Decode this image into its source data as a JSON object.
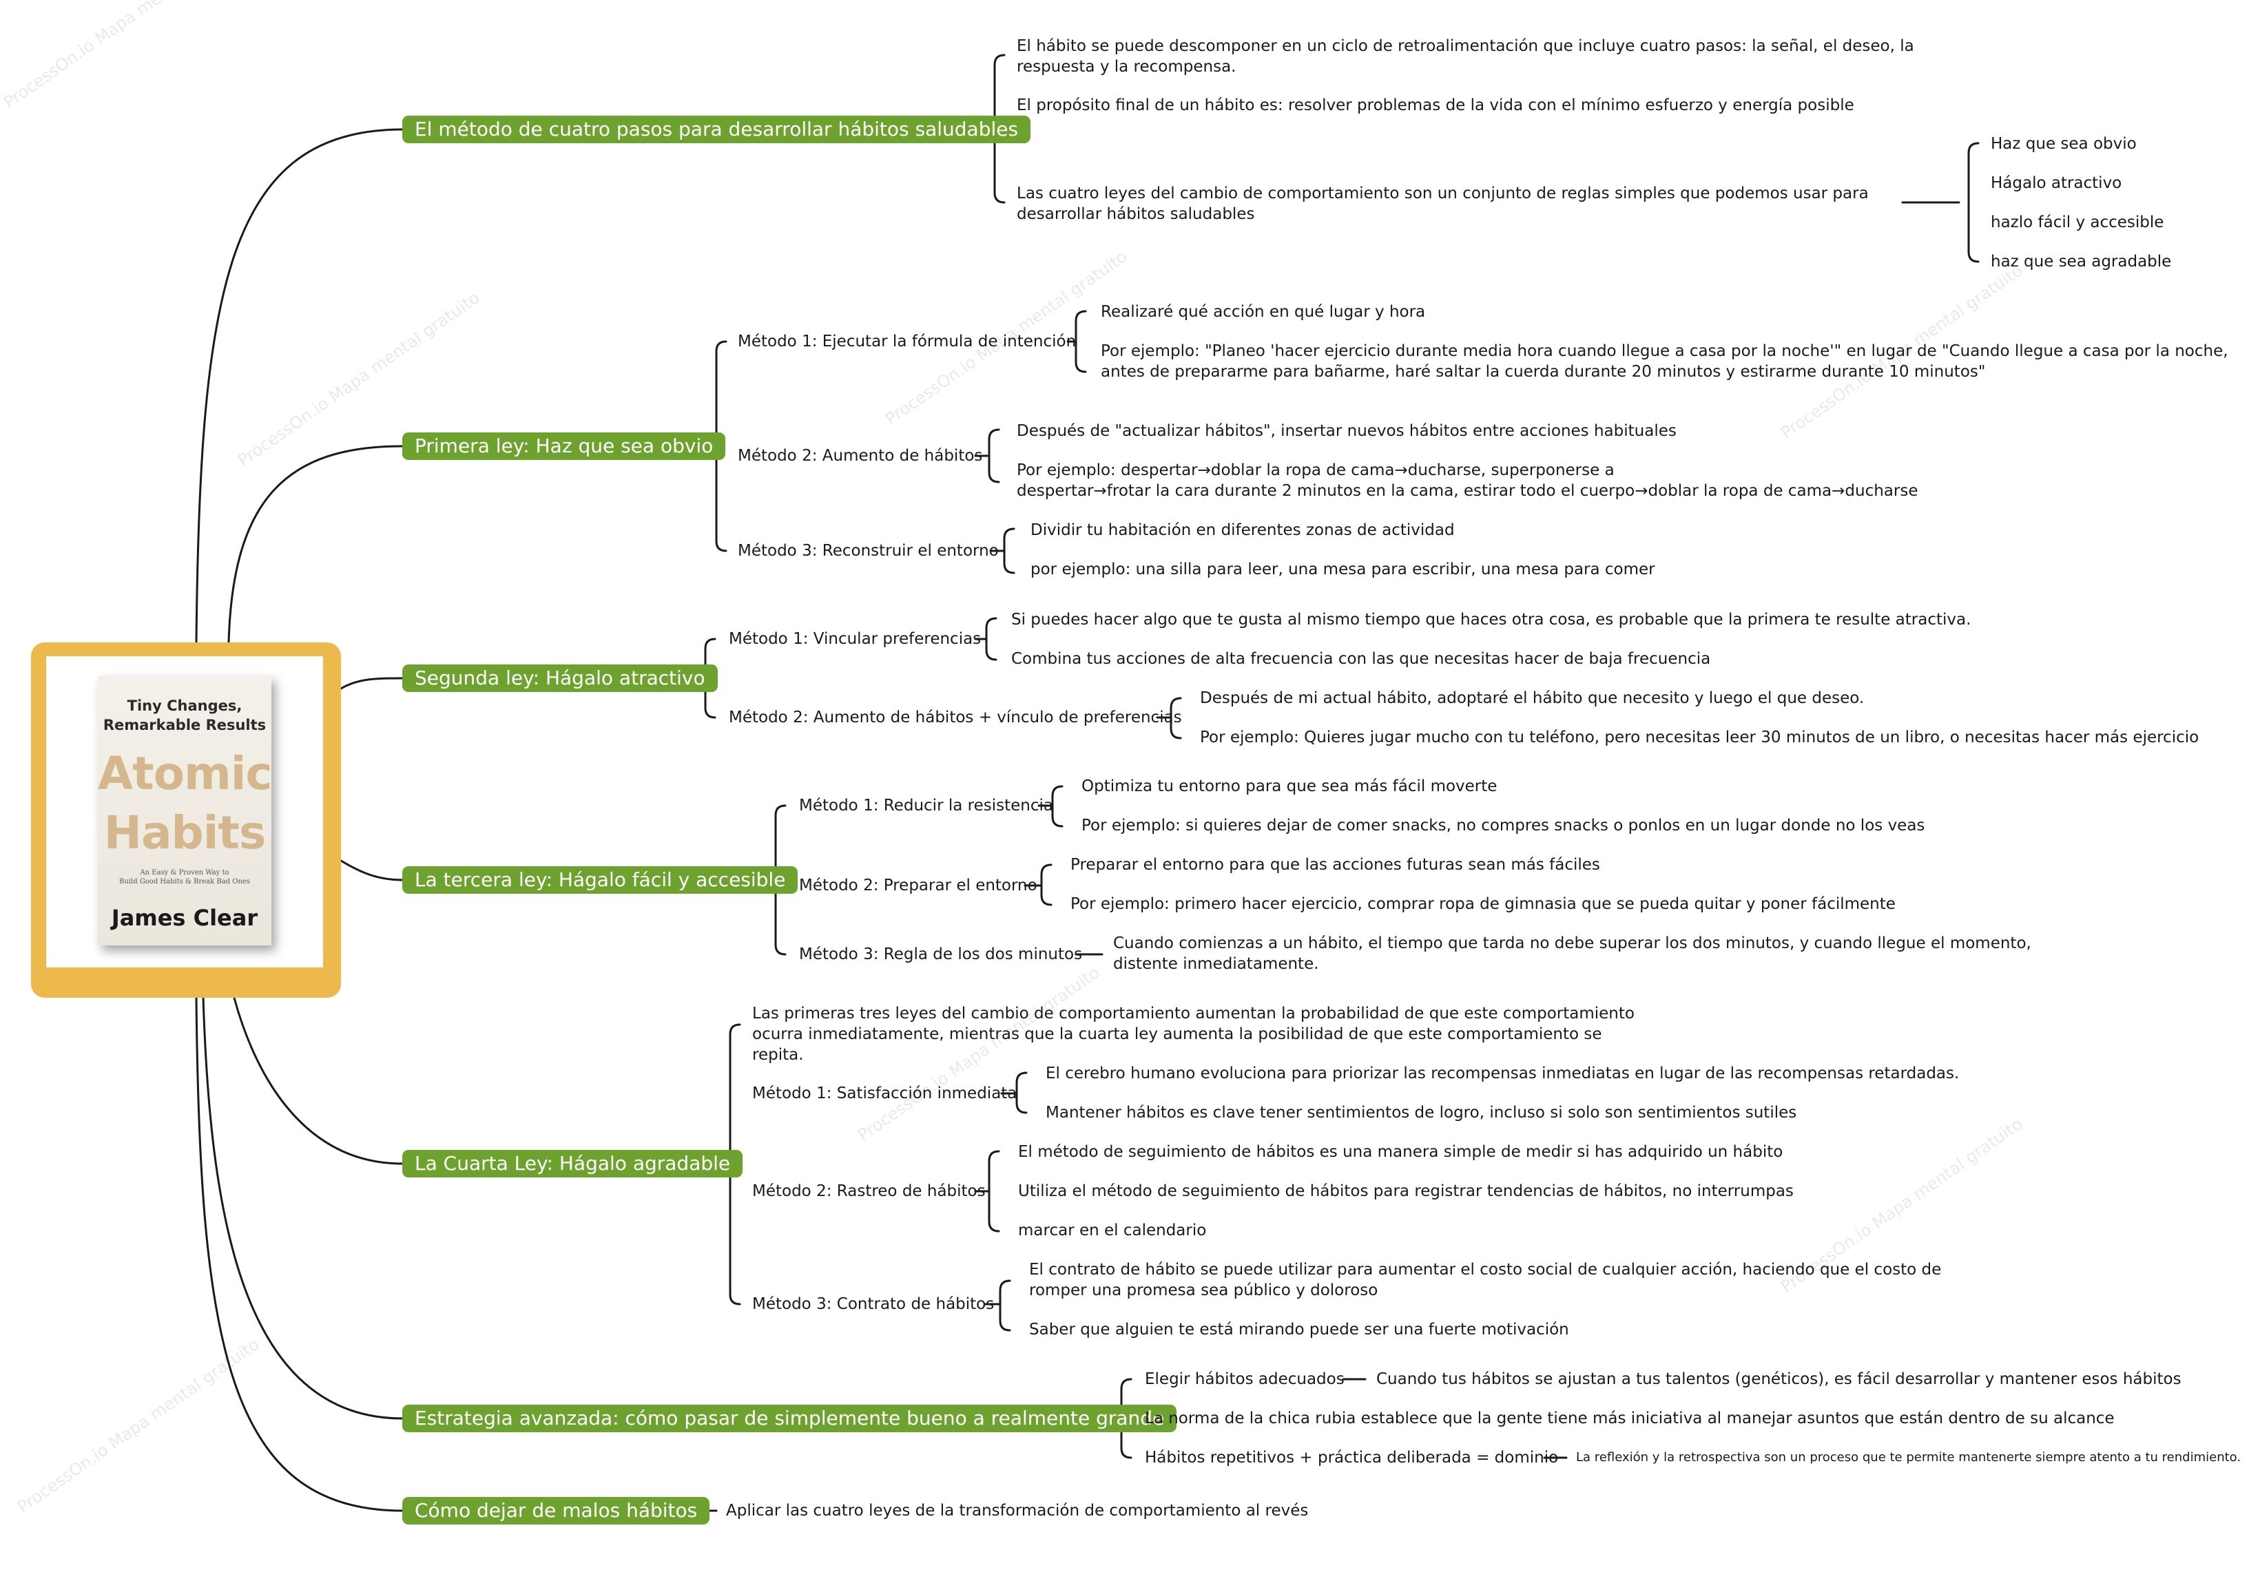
{
  "root": {
    "cover_subtitle_1": "Tiny Changes,",
    "cover_subtitle_2": "Remarkable Results",
    "cover_title_1": "Atomic",
    "cover_title_2": "Habits",
    "cover_tagline_1": "An Easy & Proven Way to",
    "cover_tagline_2": "Build Good Habits & Break Bad Ones",
    "cover_author": "James Clear",
    "border_color": "#edb94c"
  },
  "branch_color": "#6ea22f",
  "watermark": "ProcessOn.io Mapa mental gratuito",
  "branches": {
    "b1": {
      "label": "El método de cuatro pasos para desarrollar hábitos saludables",
      "n1": "El hábito se puede descomponer en un ciclo de retroalimentación que incluye cuatro pasos: la señal, el deseo, la respuesta y la recompensa.",
      "n2": "El propósito final de un hábito es: resolver problemas de la vida con el mínimo esfuerzo y energía posible",
      "n3": "Las cuatro leyes del cambio de comportamiento son un conjunto de reglas simples que podemos usar para desarrollar hábitos saludables",
      "laws": [
        "Haz que sea obvio",
        "Hágalo atractivo",
        "hazlo fácil y accesible",
        "haz que sea agradable"
      ]
    },
    "b2": {
      "label": "Primera ley: Haz que sea obvio",
      "m1": "Método 1: Ejecutar la fórmula de intención",
      "m1a": "Realizaré qué acción en qué lugar y hora",
      "m1b_1": "Por ejemplo: \"Planeo 'hacer ejercicio durante media hora cuando llegue a casa por la noche'\" en lugar de \"Cuando llegue a casa por la noche,",
      "m1b_2": "antes de prepararme para bañarme, haré saltar la cuerda durante 20 minutos y estirarme durante 10 minutos\"",
      "m2": "Método 2: Aumento de hábitos",
      "m2a": "Después de \"actualizar hábitos\", insertar nuevos hábitos entre acciones habituales",
      "m2b_1": "Por ejemplo: despertar→doblar la ropa de cama→ducharse, superponerse a",
      "m2b_2": "despertar→frotar la cara durante 2 minutos en la cama, estirar todo el cuerpo→doblar la ropa de cama→ducharse",
      "m3": "Método 3: Reconstruir el entorno",
      "m3a": "Dividir tu habitación en diferentes zonas de actividad",
      "m3b": "por ejemplo: una silla para leer, una mesa para escribir, una mesa para comer"
    },
    "b3": {
      "label": "Segunda ley: Hágalo atractivo",
      "m1": "Método 1: Vincular preferencias",
      "m1a": "Si puedes hacer algo que te gusta al mismo tiempo que haces otra cosa, es probable que la primera te resulte atractiva.",
      "m1b": "Combina tus acciones de alta frecuencia con las que necesitas hacer de baja frecuencia",
      "m2": "Método 2: Aumento de hábitos + vínculo de preferencias",
      "m2a": "Después de mi actual hábito, adoptaré el hábito que necesito y luego el que deseo.",
      "m2b": "Por ejemplo: Quieres jugar mucho con tu teléfono, pero necesitas leer 30 minutos de un libro, o necesitas hacer más ejercicio"
    },
    "b4": {
      "label": "La tercera ley: Hágalo fácil y accesible",
      "m1": "Método 1: Reducir la resistencia",
      "m1a": "Optimiza tu entorno para que sea más fácil moverte",
      "m1b": "Por ejemplo: si quieres dejar de comer snacks, no compres snacks o ponlos en un lugar donde no los veas",
      "m2": "Método 2: Preparar el entorno",
      "m2a": "Preparar el entorno para que las acciones futuras sean más fáciles",
      "m2b": "Por ejemplo: primero hacer ejercicio, comprar ropa de gimnasia que se pueda quitar y poner fácilmente",
      "m3": "Método 3: Regla de los dos minutos",
      "m3a": "Cuando comienzas a un hábito, el tiempo que tarda no debe superar los dos minutos, y cuando llegue el momento, distente inmediatamente."
    },
    "b5": {
      "label": "La Cuarta Ley: Hágalo agradable",
      "intro": "Las primeras tres leyes del cambio de comportamiento aumentan la probabilidad de que este comportamiento ocurra inmediatamente, mientras que la cuarta ley aumenta la posibilidad de que este comportamiento se repita.",
      "m1": "Método 1: Satisfacción inmediata",
      "m1a": "El cerebro humano evoluciona para priorizar las recompensas inmediatas en lugar de las recompensas retardadas.",
      "m1b": "Mantener hábitos es clave tener sentimientos de logro, incluso si solo son sentimientos sutiles",
      "m2": "Método 2: Rastreo de hábitos",
      "m2a": "El método de seguimiento de hábitos es una manera simple de medir si has adquirido un hábito",
      "m2b": "Utiliza el método de seguimiento de hábitos para registrar tendencias de hábitos, no interrumpas",
      "m2c": "marcar en el calendario",
      "m3": "Método 3: Contrato de hábitos",
      "m3a": "El contrato de hábito se puede utilizar para aumentar el costo social de cualquier acción, haciendo que el costo de romper una promesa sea público y doloroso",
      "m3b": "Saber que alguien te está mirando puede ser una fuerte motivación"
    },
    "b6": {
      "label": "Estrategia avanzada: cómo pasar de simplemente bueno a realmente grande",
      "n1": "Elegir hábitos adecuados",
      "n1a": "Cuando tus hábitos se ajustan a tus talentos (genéticos), es fácil desarrollar y mantener esos hábitos",
      "n2": "La norma de la chica rubia establece que la gente tiene más iniciativa al manejar asuntos que están dentro de su alcance",
      "n3": "Hábitos repetitivos + práctica deliberada = dominio",
      "n3a": "La reflexión y la retrospectiva son un proceso que te permite mantenerte siempre atento a tu rendimiento."
    },
    "b7": {
      "label": "Cómo dejar de malos hábitos",
      "n1": "Aplicar las cuatro leyes de la transformación de comportamiento al revés"
    }
  }
}
